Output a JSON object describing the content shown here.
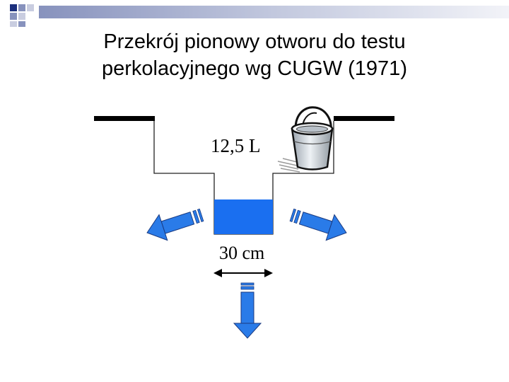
{
  "title": {
    "line1": "Przekrój pionowy otworu do testu",
    "line2": "perkolacyjnego wg CUGW (1971)"
  },
  "labels": {
    "volume": "12,5 L",
    "width": "30 cm"
  },
  "icons": {
    "bucket": "bucket-icon",
    "flow_left": "arrow-down-left-icon",
    "flow_right": "arrow-down-right-icon",
    "flow_down": "arrow-down-icon",
    "dimension": "double-arrow-horizontal-icon"
  },
  "colors": {
    "water": "#1a6ff0",
    "arrow": "#2a7be8",
    "deco_dark": "#1b2f7c",
    "deco_mid": "#8792bd",
    "deco_light": "#c9cde0"
  }
}
